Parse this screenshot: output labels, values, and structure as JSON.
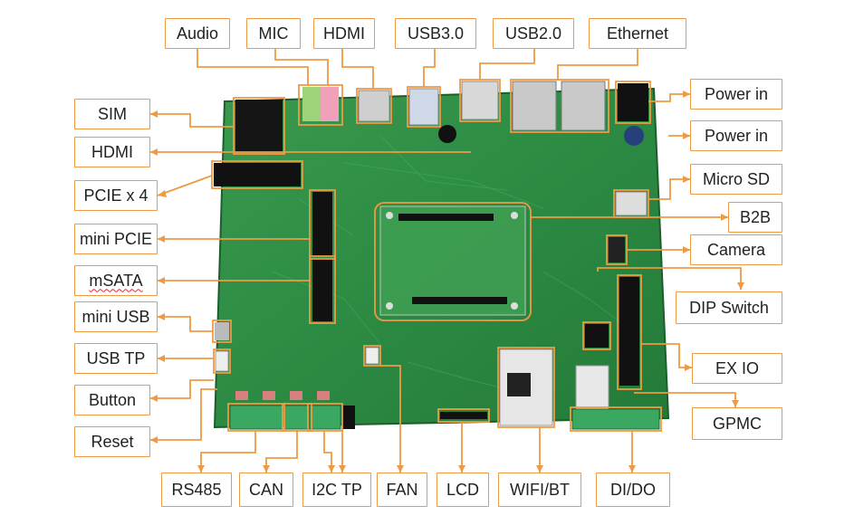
{
  "diagram": {
    "labels": {
      "audio": "Audio",
      "mic": "MIC",
      "hdmi_top": "HDMI",
      "usb30": "USB3.0",
      "usb20": "USB2.0",
      "ethernet": "Ethernet",
      "power_in_1": "Power in",
      "power_in_2": "Power in",
      "micro_sd": "Micro SD",
      "b2b": "B2B",
      "camera": "Camera",
      "dip_switch": "DIP Switch",
      "ex_io": "EX IO",
      "gpmc": "GPMC",
      "sim": "SIM",
      "hdmi_left": "HDMI",
      "pcie_x4": "PCIE x 4",
      "mini_pcie": "mini PCIE",
      "msata": "mSATA",
      "mini_usb": "mini USB",
      "usb_tp": "USB TP",
      "button": "Button",
      "reset": "Reset",
      "rs485": "RS485",
      "can": "CAN",
      "i2c_tp": "I2C TP",
      "fan": "FAN",
      "lcd": "LCD",
      "wifi_bt": "WIFI/BT",
      "di_do": "DI/DO"
    },
    "colors": {
      "accent": "#ee9a44",
      "board": "#2f8f45",
      "board_dark": "#1f6b30",
      "connector": "#1a1a1a",
      "terminal": "#3aa860"
    }
  }
}
